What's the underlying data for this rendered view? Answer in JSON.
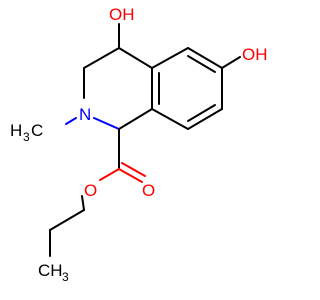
{
  "colors": {
    "carbon": "#000000",
    "oxygen": "#ff0000",
    "nitrogen": "#0000ff",
    "background": "#ffffff"
  },
  "atoms": {
    "oh_top": "OH",
    "oh_right": "OH",
    "nitrogen": "N",
    "methyl": "H",
    "methyl_sub": "3",
    "methyl_c": "C",
    "carbonyl_o": "O",
    "ester_o": "O",
    "terminal_c": "CH",
    "terminal_sub": "3"
  }
}
